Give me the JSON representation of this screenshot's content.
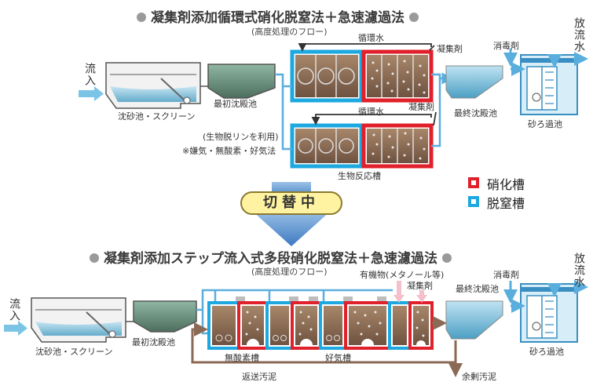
{
  "top": {
    "title": "凝集剤添加循環式硝化脱窒法＋急速濾過法",
    "subtitle": "(高度処理のフロー)",
    "inflow": "流入",
    "grit": "沈砂池・スクリーン",
    "primary": "最初沈殿池",
    "recycle1": "循環水",
    "coagulant1": "凝集剤",
    "recycle2": "循環水",
    "coagulant2": "凝集剤",
    "bio_p": "(生物脱リンを利用)",
    "bio_p2": "※嫌気・無酸素・好気法",
    "bioreactor": "生物反応槽",
    "final": "最終沈殿池",
    "disinfectant": "消毒剤",
    "sandfilter": "砂ろ過池",
    "outflow": "放流水"
  },
  "switch_label": "切替中",
  "legend": {
    "nitrification": "硝化槽",
    "denitrification": "脱窒槽",
    "nitrification_color": "#e0202a",
    "denitrification_color": "#1ea8e0"
  },
  "bottom": {
    "title": "凝集剤添加ステップ流入式多段硝化脱窒法＋急速濾過法",
    "subtitle": "(高度処理のフロー)",
    "inflow": "流入",
    "grit": "沈砂池・スクリーン",
    "primary": "最初沈殿池",
    "organic": "有機物(メタノール等)",
    "coagulant": "凝集剤",
    "final": "最終沈殿池",
    "disinfectant": "消毒剤",
    "outflow": "放流水",
    "anoxic": "無酸素槽",
    "aerobic": "好気槽",
    "return_sludge": "返送汚泥",
    "excess_sludge": "余剰汚泥",
    "sandfilter": "砂ろ過池"
  }
}
